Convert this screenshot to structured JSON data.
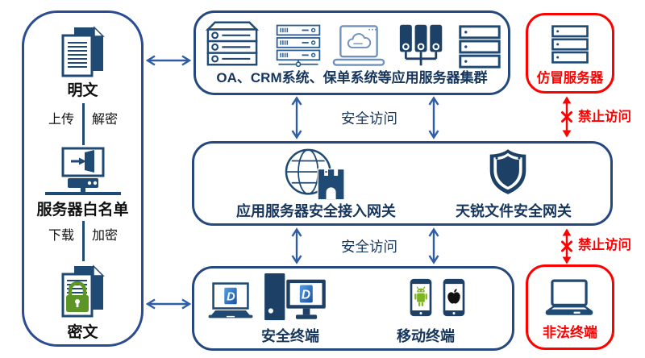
{
  "left_panel": {
    "plaintext_label": "明文",
    "upload_label": "上传",
    "decrypt_label": "解密",
    "whitelist_label": "服务器白名单",
    "download_label": "下载",
    "encrypt_label": "加密",
    "ciphertext_label": "密文"
  },
  "app_cluster_box": {
    "label": "OA、CRM系统、保单系统等应用服务器集群"
  },
  "fake_server_box": {
    "label": "仿冒服务器"
  },
  "gateway_box": {
    "access_gateway_label": "应用服务器安全接入网关",
    "file_gateway_label": "天锐文件安全网关"
  },
  "terminal_box": {
    "secure_terminal_label": "安全终端",
    "mobile_terminal_label": "移动终端"
  },
  "illegal_terminal_box": {
    "label": "非法终端"
  },
  "connections": {
    "secure_access_top_label": "安全访问",
    "secure_access_bottom_label": "安全访问",
    "deny_access_top_label": "禁止访问",
    "deny_access_bottom_label": "禁止访问"
  },
  "logos": {
    "d_letter": "D"
  },
  "icons": [
    "plaintext-document-icon",
    "whitelist-server-icon",
    "ciphertext-lock-document-icon",
    "server-3d-icon",
    "server-rack-icon",
    "laptop-cloud-icon",
    "binders-network-icon",
    "server-stack-icon",
    "fake-server-icon",
    "globe-castle-gateway-icon",
    "shield-icon",
    "laptop-d-terminal-icon",
    "desktop-d-terminal-icon",
    "android-phone-icon",
    "apple-phone-icon",
    "illegal-laptop-icon",
    "h-double-arrow-icon",
    "v-double-arrow-icon",
    "deny-x-arrow-icon"
  ],
  "colors": {
    "box_border_blue": "#25497f",
    "panel_border_blue": "#2b4c93",
    "icon_navy": "#1f4a74",
    "icon_navy_dark": "#1d4066",
    "icon_light_blue": "#7191bd",
    "icon_mid_blue": "#2a5d94",
    "arrow_blue": "#2e5da6",
    "alert_red": "#fe0000",
    "lock_green": "#5d9627",
    "android_green": "#7cb51f",
    "label_navy": "#17365d",
    "label_black": "#111111",
    "d_logo_blue_top": "#53a0e8",
    "d_logo_blue_bottom": "#1c4f9c"
  }
}
